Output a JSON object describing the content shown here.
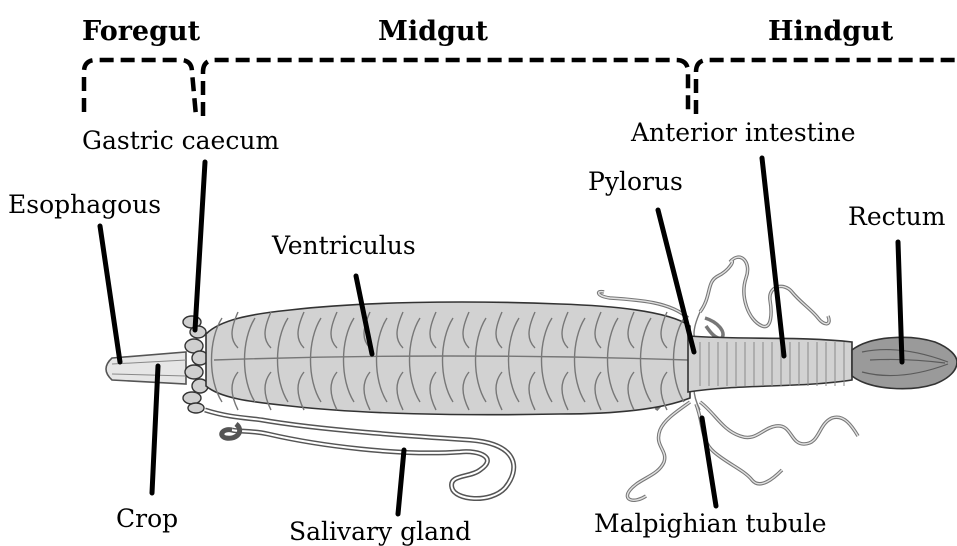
{
  "regions": {
    "foregut": "Foregut",
    "midgut": "Midgut",
    "hindgut": "Hindgut"
  },
  "parts": {
    "gastric_caecum": "Gastric caecum",
    "anterior_intestine": "Anterior intestine",
    "esophagous": "Esophagous",
    "pylorus": "Pylorus",
    "rectum": "Rectum",
    "ventriculus": "Ventriculus",
    "crop": "Crop",
    "salivary_gland": "Salivary gland",
    "malpighian_tubule": "Malpighian tubule"
  }
}
